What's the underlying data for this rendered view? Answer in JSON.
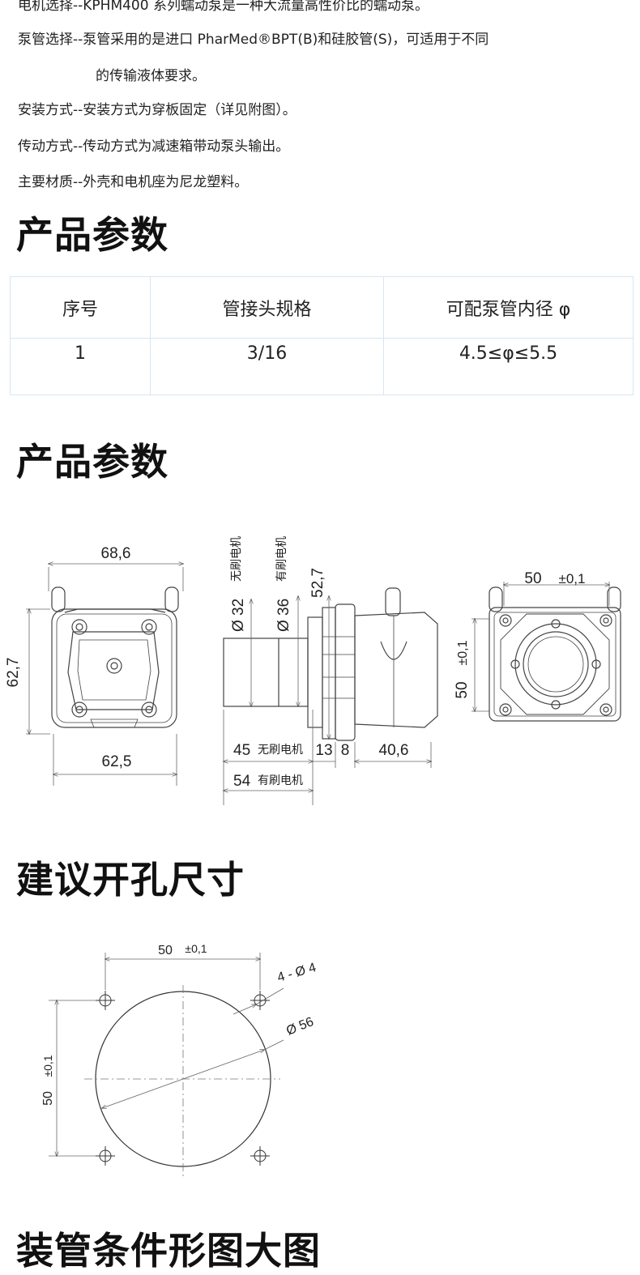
{
  "intro": [
    "电机选择--KPHM400 系列蠕动泵是一种大流量高性价比的蠕动泵。",
    "泵管选择--泵管采用的是进口 PharMed®BPT(B)和硅胶管(S)，可适用于不同",
    "的传输液体要求。",
    "安装方式--安装方式为穿板固定（详见附图）。",
    "传动方式--传动方式为减速箱带动泵头输出。",
    "主要材质--外壳和电机座为尼龙塑料。"
  ],
  "sections": {
    "params1": "产品参数",
    "params2": "产品参数",
    "hole": "建议开孔尺寸",
    "next": "装管条件形图大图"
  },
  "table": {
    "headers": [
      "序号",
      "管接头规格",
      "可配泵管内径 φ"
    ],
    "rows": [
      [
        "1",
        "3/16",
        "4.5≤φ≤5.5"
      ]
    ]
  },
  "drawing1": {
    "front_width_top": "68,6",
    "front_height": "62,7",
    "front_width_bottom": "62,5",
    "motor_dia_brushless": "Ø 32",
    "motor_brushless": "无刷电机",
    "motor_dia_brushed": "Ø 36",
    "motor_brushed": "有刷电机",
    "flange_height": "52,7",
    "len_brushless": "45",
    "len_brushless_label": "无刷电机",
    "len_13": "13",
    "len_8": "8",
    "len_head": "40,6",
    "len_brushed": "54",
    "len_brushed_label": "有刷电机",
    "rear_width": "50",
    "rear_width_tol": "±0,1",
    "rear_height": "50",
    "rear_height_tol": "±0,1"
  },
  "drawing2": {
    "width": "50",
    "width_tol": "±0,1",
    "holes": "4 - Ø 4",
    "diameter": "Ø 56",
    "height": "50",
    "height_tol": "±0,1"
  }
}
